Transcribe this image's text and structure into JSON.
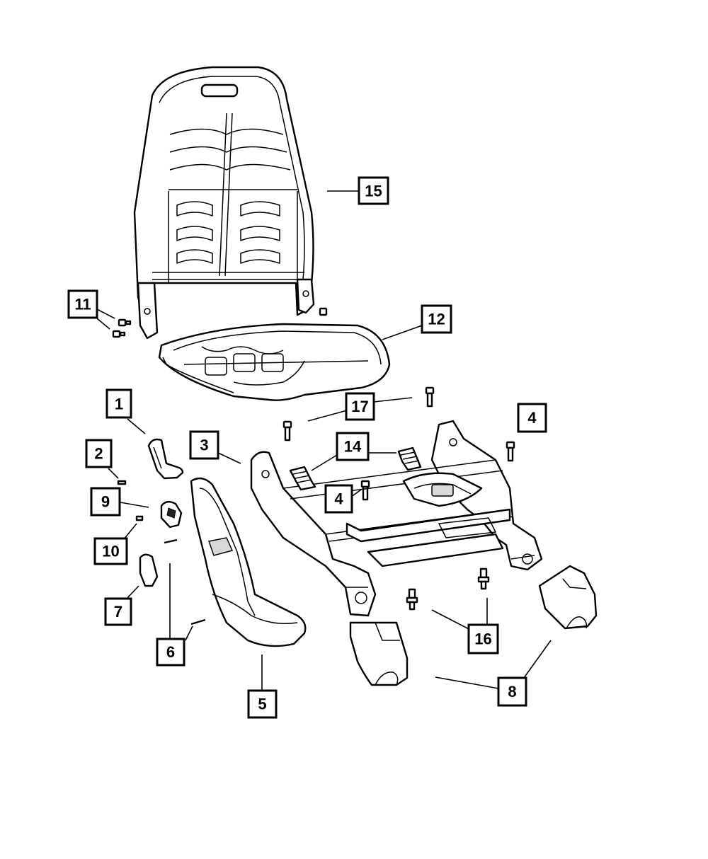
{
  "diagram": {
    "callouts": {
      "c1": "1",
      "c2": "2",
      "c3": "3",
      "c4a": "4",
      "c4b": "4",
      "c5": "5",
      "c6": "6",
      "c7": "7",
      "c8": "8",
      "c9": "9",
      "c10": "10",
      "c11": "11",
      "c12": "12",
      "c14": "14",
      "c15": "15",
      "c16": "16",
      "c17": "17"
    }
  }
}
